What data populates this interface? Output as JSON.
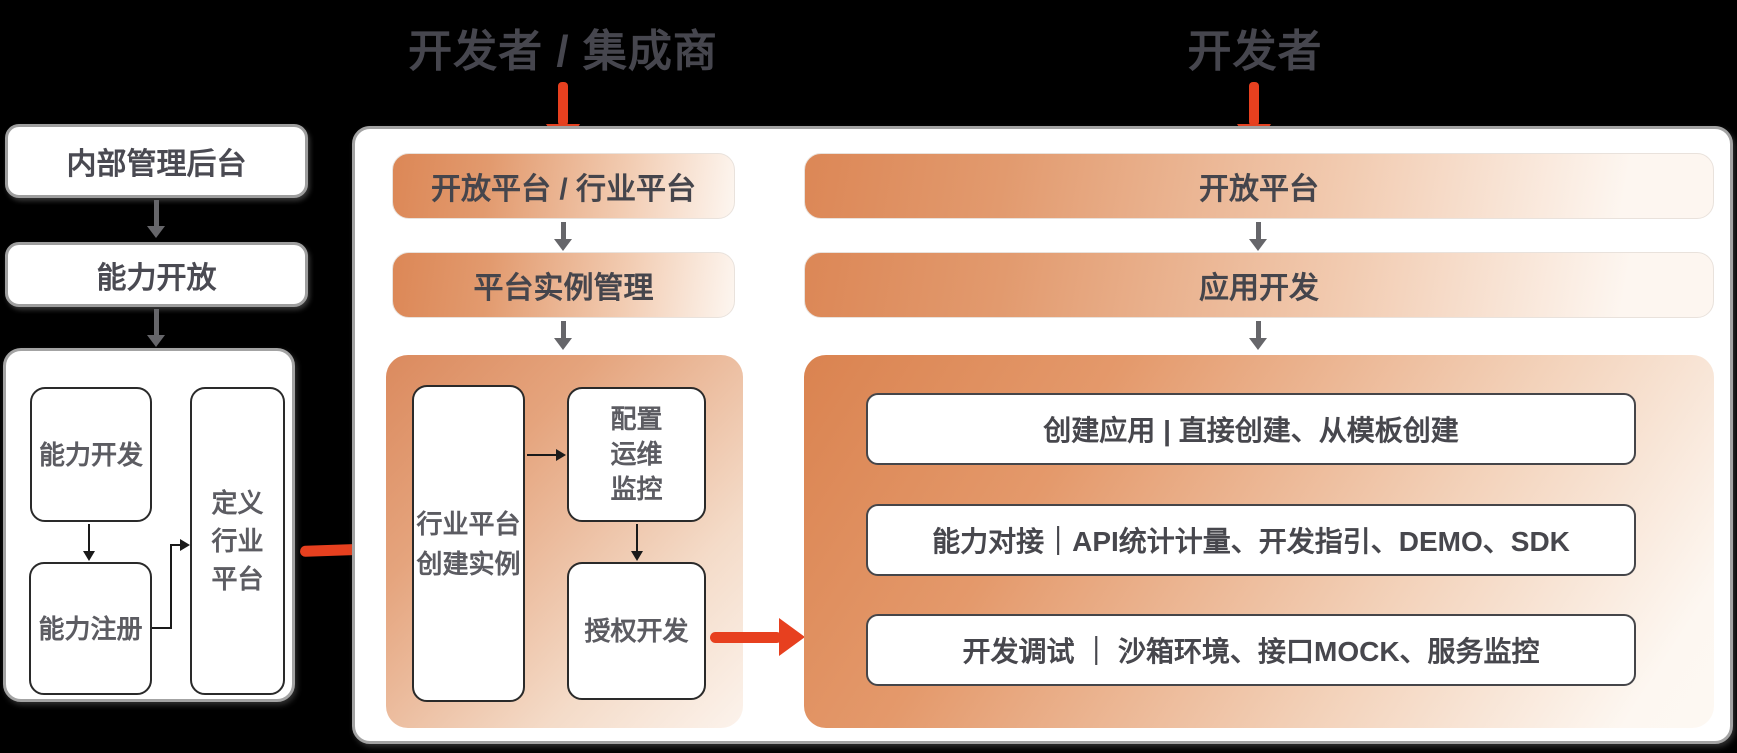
{
  "colors": {
    "background": "#000000",
    "accent_red": "#e7401f",
    "orange_dark": "#dc8756",
    "orange_light": "#fdf6f0",
    "title_text": "#46464e",
    "box_text": "#4a4a52",
    "inner_text": "#5c5c62",
    "panel_border": "#9e9e9e",
    "arrow_gray": "#66666a",
    "arrow_black": "#1a1a1a"
  },
  "titles": {
    "left": "开发者 / 集成商",
    "right": "开发者"
  },
  "left_column": {
    "box_top": "内部管理后台",
    "box_mid": "能力开放",
    "panel": {
      "capability_dev": "能力开发",
      "capability_reg": "能力注册",
      "define_platform": "定义\n行业\n平台"
    }
  },
  "middle_column": {
    "bar_top": "开放平台 / 行业平台",
    "bar_mid": "平台实例管理",
    "panel": {
      "create_instance": "行业平台\n创建实例",
      "config_ops": "配置\n运维\n监控",
      "auth_dev": "授权开发"
    }
  },
  "right_column": {
    "bar_top": "开放平台",
    "bar_mid": "应用开发",
    "panel": {
      "rows": [
        "创建应用 | 直接创建、从模板创建",
        "能力对接｜API统计计量、开发指引、DEMO、SDK",
        "开发调试 ｜ 沙箱环境、接口MOCK、服务监控"
      ]
    }
  }
}
